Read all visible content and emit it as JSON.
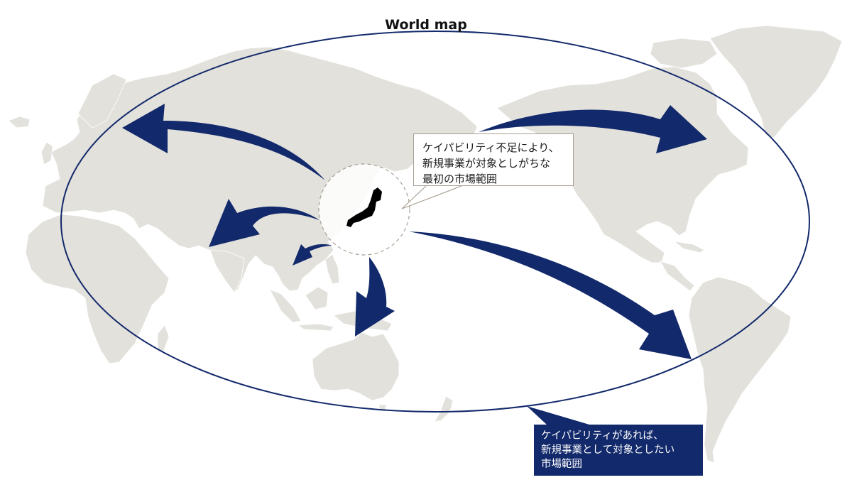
{
  "title": "World map",
  "colors": {
    "land": "#e3e1dc",
    "arrow": "#12296b",
    "ellipse": "#12296b",
    "dashed_circle": "#a79f93",
    "japan": "#000000",
    "callout_current_border": "#a79f93",
    "callout_target_bg": "#12296b"
  },
  "callouts": {
    "current_market": {
      "lines": [
        "ケイパビリティ不足により、",
        "新規事業が対象としがちな",
        "最初の市場範囲"
      ]
    },
    "target_market": {
      "lines": [
        "ケイパビリティがあれば、",
        "新規事業として対象としたい",
        "市場範囲"
      ]
    }
  },
  "arrows": [
    {
      "name": "to-europe",
      "direction": "northwest"
    },
    {
      "name": "to-india",
      "direction": "west"
    },
    {
      "name": "to-southeast-asia",
      "direction": "southwest"
    },
    {
      "name": "to-australia",
      "direction": "south"
    },
    {
      "name": "to-north-america",
      "direction": "east"
    },
    {
      "name": "to-south-america",
      "direction": "southeast"
    }
  ],
  "regions": [
    "Europe",
    "Africa",
    "Asia",
    "Japan",
    "Australia",
    "North America",
    "Greenland",
    "South America"
  ]
}
